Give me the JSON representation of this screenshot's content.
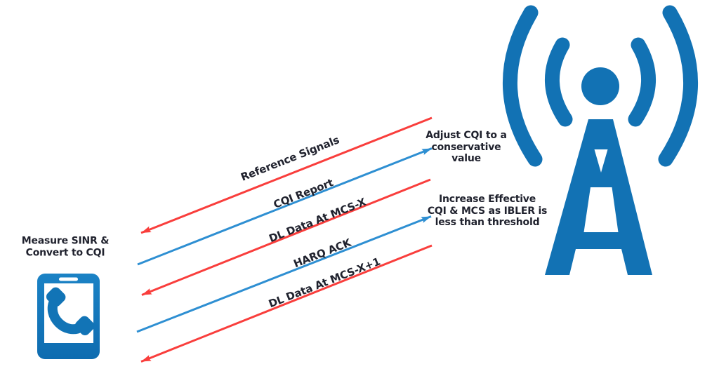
{
  "diagram": {
    "kind": "LTE CQI / MCS adaptation message sequence",
    "icons": {
      "ue": "phone-icon",
      "enb": "cell-tower-icon"
    },
    "colors": {
      "icon_blue": "#1272b4",
      "downlink_red": "#f93e3c",
      "uplink_blue": "#2e8fd2",
      "text_dark": "#20222e"
    }
  },
  "messages": [
    {
      "label": "Reference Signals",
      "direction": "downlink",
      "color": "#f93e3c"
    },
    {
      "label": "CQI Report",
      "direction": "uplink",
      "color": "#2e8fd2"
    },
    {
      "label": "DL Data At MCS-X",
      "direction": "downlink",
      "color": "#f93e3c"
    },
    {
      "label": "HARQ ACK",
      "direction": "uplink",
      "color": "#2e8fd2"
    },
    {
      "label": "DL Data At MCS-X+1",
      "direction": "downlink",
      "color": "#f93e3c"
    }
  ],
  "annotations": [
    {
      "id": "ue-note",
      "text": "Measure SINR &\nConvert to CQI"
    },
    {
      "id": "enb-note-1",
      "text": "Adjust CQI to a\nconservative\nvalue"
    },
    {
      "id": "enb-note-2",
      "text": "Increase Effective\nCQI & MCS as IBLER is\nless than threshold"
    }
  ]
}
